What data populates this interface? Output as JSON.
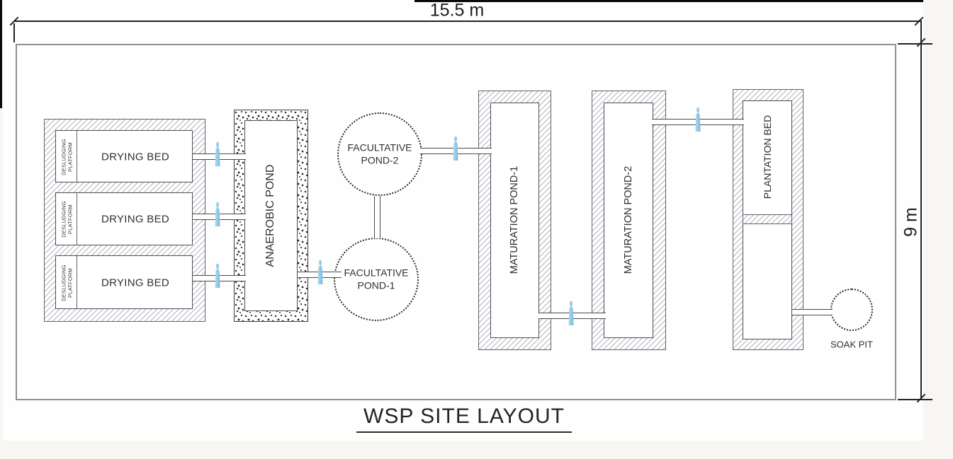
{
  "annotations": {
    "top_dimension": "15.5 m",
    "right_dimension": "9 m",
    "title": "WSP SITE LAYOUT"
  },
  "drying_beds": [
    {
      "label": "DRYING BED",
      "platform_line1": "DESLUDGING",
      "platform_line2": "PLATFORM"
    },
    {
      "label": "DRYING BED",
      "platform_line1": "DESLUDGING",
      "platform_line2": "PLATFORM"
    },
    {
      "label": "DRYING BED",
      "platform_line1": "DESLUDGING",
      "platform_line2": "PLATFORM"
    }
  ],
  "ponds": {
    "anaerobic": {
      "label": "ANAEROBIC POND"
    },
    "facultative_top": {
      "line1": "FACULTATIVE",
      "line2": "POND-2"
    },
    "facultative_bottom": {
      "line1": "FACULTATIVE",
      "line2": "POND-1"
    },
    "maturation_1": {
      "label": "MATURATION POND-1"
    },
    "maturation_2": {
      "label": "MATURATION POND-2"
    },
    "plantation": {
      "label": "PLANTATION BED"
    },
    "soak_pit": {
      "label": "SOAK PIT"
    }
  },
  "icons": {
    "valve": "flow-valve-icon"
  },
  "colors": {
    "valve_fill": "#8ec6e4",
    "hatch_line": "#c2c6cd",
    "wall_line": "#555555",
    "stipple_dot": "#2b2b2b",
    "dimension_line": "#222222",
    "boundary_line": "#8d9094",
    "page_margin": "#f8f6f3"
  }
}
